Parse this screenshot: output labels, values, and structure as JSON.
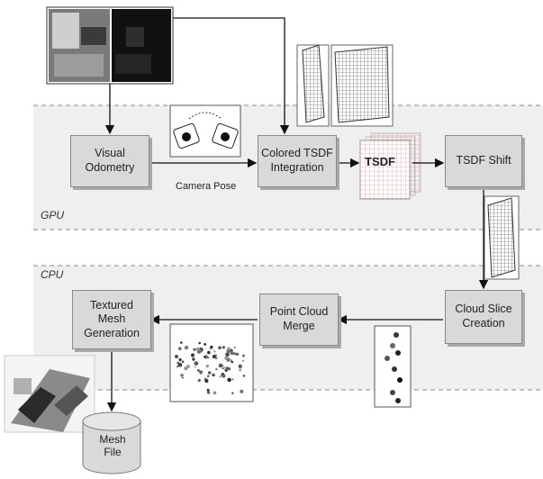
{
  "regions": {
    "gpu": "GPU",
    "cpu": "CPU"
  },
  "nodes": {
    "visual_odometry": "Visual\nOdometry",
    "colored_tsdf": "Colored TSDF\nIntegration",
    "tsdf_shift": "TSDF Shift",
    "cloud_slice": "Cloud Slice\nCreation",
    "point_cloud_merge": "Point Cloud\nMerge",
    "textured_mesh": "Textured\nMesh\nGeneration",
    "mesh_file": "Mesh\nFile"
  },
  "labels": {
    "camera_pose": "Camera Pose",
    "tsdf_volume": "TSDF"
  },
  "colors": {
    "box_fill": "#d9d9d9",
    "region_fill": "#efefef",
    "arrow": "#111111"
  }
}
